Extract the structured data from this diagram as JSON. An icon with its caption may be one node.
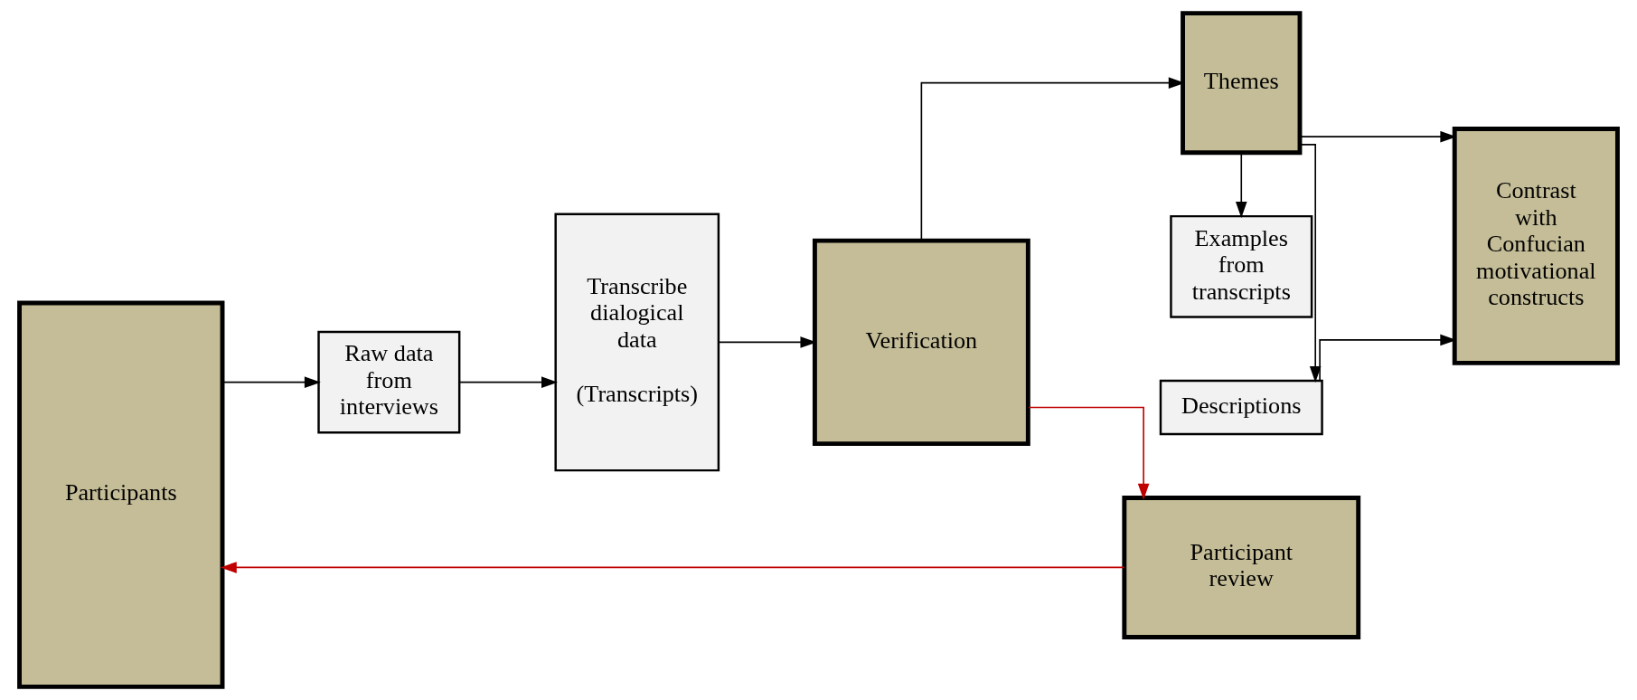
{
  "diagram": {
    "nodes": [
      {
        "text": [
          "Participants"
        ]
      },
      {
        "text": [
          "Raw data from interviews"
        ]
      },
      {
        "text": [
          "Transcribe dialogical data",
          "(Transcripts)"
        ]
      },
      {
        "text": [
          "Verification"
        ]
      },
      {
        "text": [
          "Descriptions"
        ]
      },
      {
        "text": [
          "Themes"
        ]
      },
      {
        "text": [
          "Contrast with Confucian motivational constructs"
        ]
      },
      {
        "text": [
          "Examples from transcripts"
        ]
      },
      {
        "text": [
          "Participant review"
        ]
      }
    ],
    "edges": [
      {
        "from": 0,
        "to": 1,
        "arrow": "to"
      },
      {
        "from": 1,
        "to": 2,
        "arrow": "to"
      },
      {
        "from": 2,
        "to": 3,
        "arrow": "to"
      },
      {
        "from": 3,
        "to": 5,
        "arrow": "to"
      },
      {
        "from": 5,
        "to": 4,
        "arrow": "to"
      },
      {
        "from": 4,
        "to": 6,
        "arrow": "to"
      },
      {
        "from": 5,
        "to": 6,
        "arrow": "to"
      },
      {
        "from": 5,
        "to": 7,
        "arrow": "to"
      },
      {
        "from": 3,
        "to": 8,
        "arrow": "to",
        "color": "#c00000"
      },
      {
        "from": 8,
        "to": 0,
        "arrow": "to",
        "color": "#c00000"
      }
    ]
  }
}
